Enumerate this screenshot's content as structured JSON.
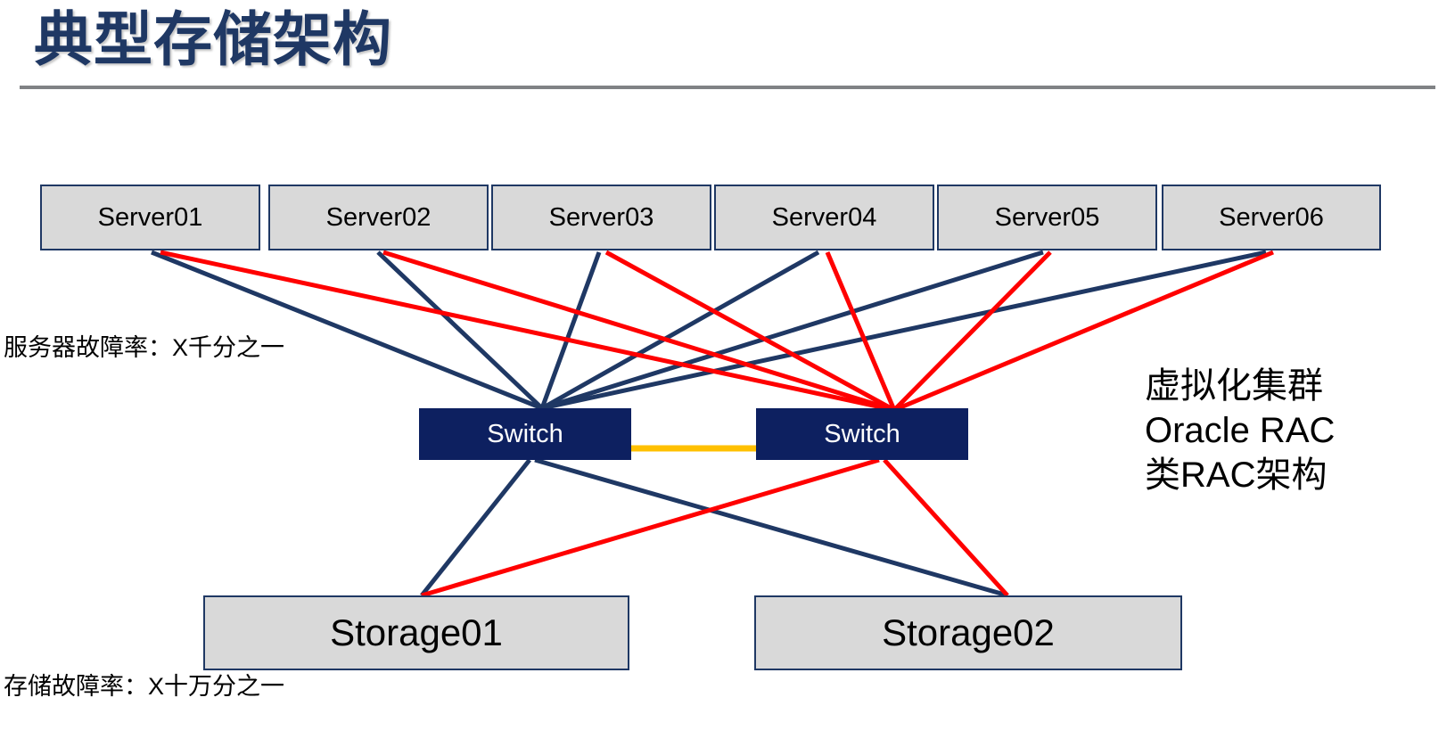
{
  "slide": {
    "title": "典型存储架构",
    "rule_color": "#808285",
    "title_color": "#1F3864",
    "background": "#FFFFFF"
  },
  "colors": {
    "node_fill": "#D9D9D9",
    "node_border": "#1F3864",
    "switch_fill": "#0D2060",
    "switch_text": "#FFFFFF",
    "link_primary": "#1F3864",
    "link_secondary": "#FF0000",
    "interswitch_link": "#FFC000"
  },
  "servers": [
    {
      "label": "Server01"
    },
    {
      "label": "Server02"
    },
    {
      "label": "Server03"
    },
    {
      "label": "Server04"
    },
    {
      "label": "Server05"
    },
    {
      "label": "Server06"
    }
  ],
  "switches": [
    {
      "label": "Switch"
    },
    {
      "label": "Switch"
    }
  ],
  "storages": [
    {
      "label": "Storage01"
    },
    {
      "label": "Storage02"
    }
  ],
  "notes": {
    "server_failure": "服务器故障率：X千分之一",
    "storage_failure": "存储故障率：X十万分之一"
  },
  "cluster_note": {
    "line1": "虚拟化集群",
    "line2": "Oracle RAC",
    "line3": "类RAC架构"
  },
  "diagram_data": {
    "type": "diagram",
    "description": "典型存储架构：6 台服务器分别通过双路径连接到两台交换机，交换机之间互联，并各自交叉连接到两套存储。",
    "tiers": [
      "servers",
      "switches",
      "storages"
    ],
    "links": [
      {
        "from": "Server01",
        "to": "Switch1",
        "color": "#1F3864"
      },
      {
        "from": "Server01",
        "to": "Switch2",
        "color": "#FF0000"
      },
      {
        "from": "Server02",
        "to": "Switch1",
        "color": "#1F3864"
      },
      {
        "from": "Server02",
        "to": "Switch2",
        "color": "#FF0000"
      },
      {
        "from": "Server03",
        "to": "Switch1",
        "color": "#1F3864"
      },
      {
        "from": "Server03",
        "to": "Switch2",
        "color": "#FF0000"
      },
      {
        "from": "Server04",
        "to": "Switch1",
        "color": "#1F3864"
      },
      {
        "from": "Server04",
        "to": "Switch2",
        "color": "#FF0000"
      },
      {
        "from": "Server05",
        "to": "Switch1",
        "color": "#1F3864"
      },
      {
        "from": "Server05",
        "to": "Switch2",
        "color": "#FF0000"
      },
      {
        "from": "Server06",
        "to": "Switch1",
        "color": "#1F3864"
      },
      {
        "from": "Server06",
        "to": "Switch2",
        "color": "#FF0000"
      },
      {
        "from": "Switch1",
        "to": "Switch2",
        "color": "#FFC000"
      },
      {
        "from": "Switch1",
        "to": "Storage01",
        "color": "#1F3864"
      },
      {
        "from": "Switch1",
        "to": "Storage02",
        "color": "#1F3864"
      },
      {
        "from": "Switch2",
        "to": "Storage01",
        "color": "#FF0000"
      },
      {
        "from": "Switch2",
        "to": "Storage02",
        "color": "#FF0000"
      }
    ]
  }
}
